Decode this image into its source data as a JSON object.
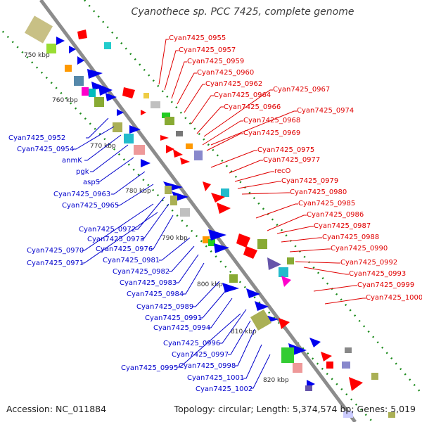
{
  "title": "Cyanothece sp. PCC 7425, complete genome",
  "footer": {
    "accession": "Accession: NC_011884",
    "summary": "Topology: circular; Length: 5,374,574 bp; Genes: 5,019"
  },
  "ticks": [
    "750 kbp",
    "760 kbp",
    "770 kbp",
    "780 kbp",
    "790 kbp",
    "800 kbp",
    "810 kbp",
    "820 kbp"
  ],
  "right_labels": [
    "Cyan7425_0955",
    "Cyan7425_0957",
    "Cyan7425_0959",
    "Cyan7425_0960",
    "Cyan7425_0962",
    "Cyan7425_0964",
    "Cyan7425_0967",
    "Cyan7425_0966",
    "Cyan7425_0974",
    "Cyan7425_0968",
    "Cyan7425_0969",
    "Cyan7425_0975",
    "Cyan7425_0977",
    "recO",
    "Cyan7425_0979",
    "Cyan7425_0980",
    "Cyan7425_0985",
    "Cyan7425_0986",
    "Cyan7425_0987",
    "Cyan7425_0988",
    "Cyan7425_0990",
    "Cyan7425_0992",
    "Cyan7425_0993",
    "Cyan7425_0999",
    "Cyan7425_1000"
  ],
  "left_labels": [
    "Cyan7425_0952",
    "Cyan7425_0954",
    "anmK",
    "pgk",
    "aspS",
    "Cyan7425_0963",
    "Cyan7425_0965",
    "Cyan7425_0972",
    "Cyan7425_0973",
    "Cyan7425_0970",
    "Cyan7425_0976",
    "Cyan7425_0971",
    "Cyan7425_0981",
    "Cyan7425_0982",
    "Cyan7425_0983",
    "Cyan7425_0984",
    "Cyan7425_0989",
    "Cyan7425_0991",
    "Cyan7425_0994",
    "Cyan7425_0996",
    "Cyan7425_0997",
    "Cyan7425_0998",
    "Cyan7425_0995",
    "Cyan7425_1001",
    "Cyan7425_1002"
  ],
  "colors": {
    "backbone": "#8c8c8c",
    "right_label": "#e00000",
    "left_label": "#0000cc",
    "gc_dots": "#1a8a1a"
  }
}
